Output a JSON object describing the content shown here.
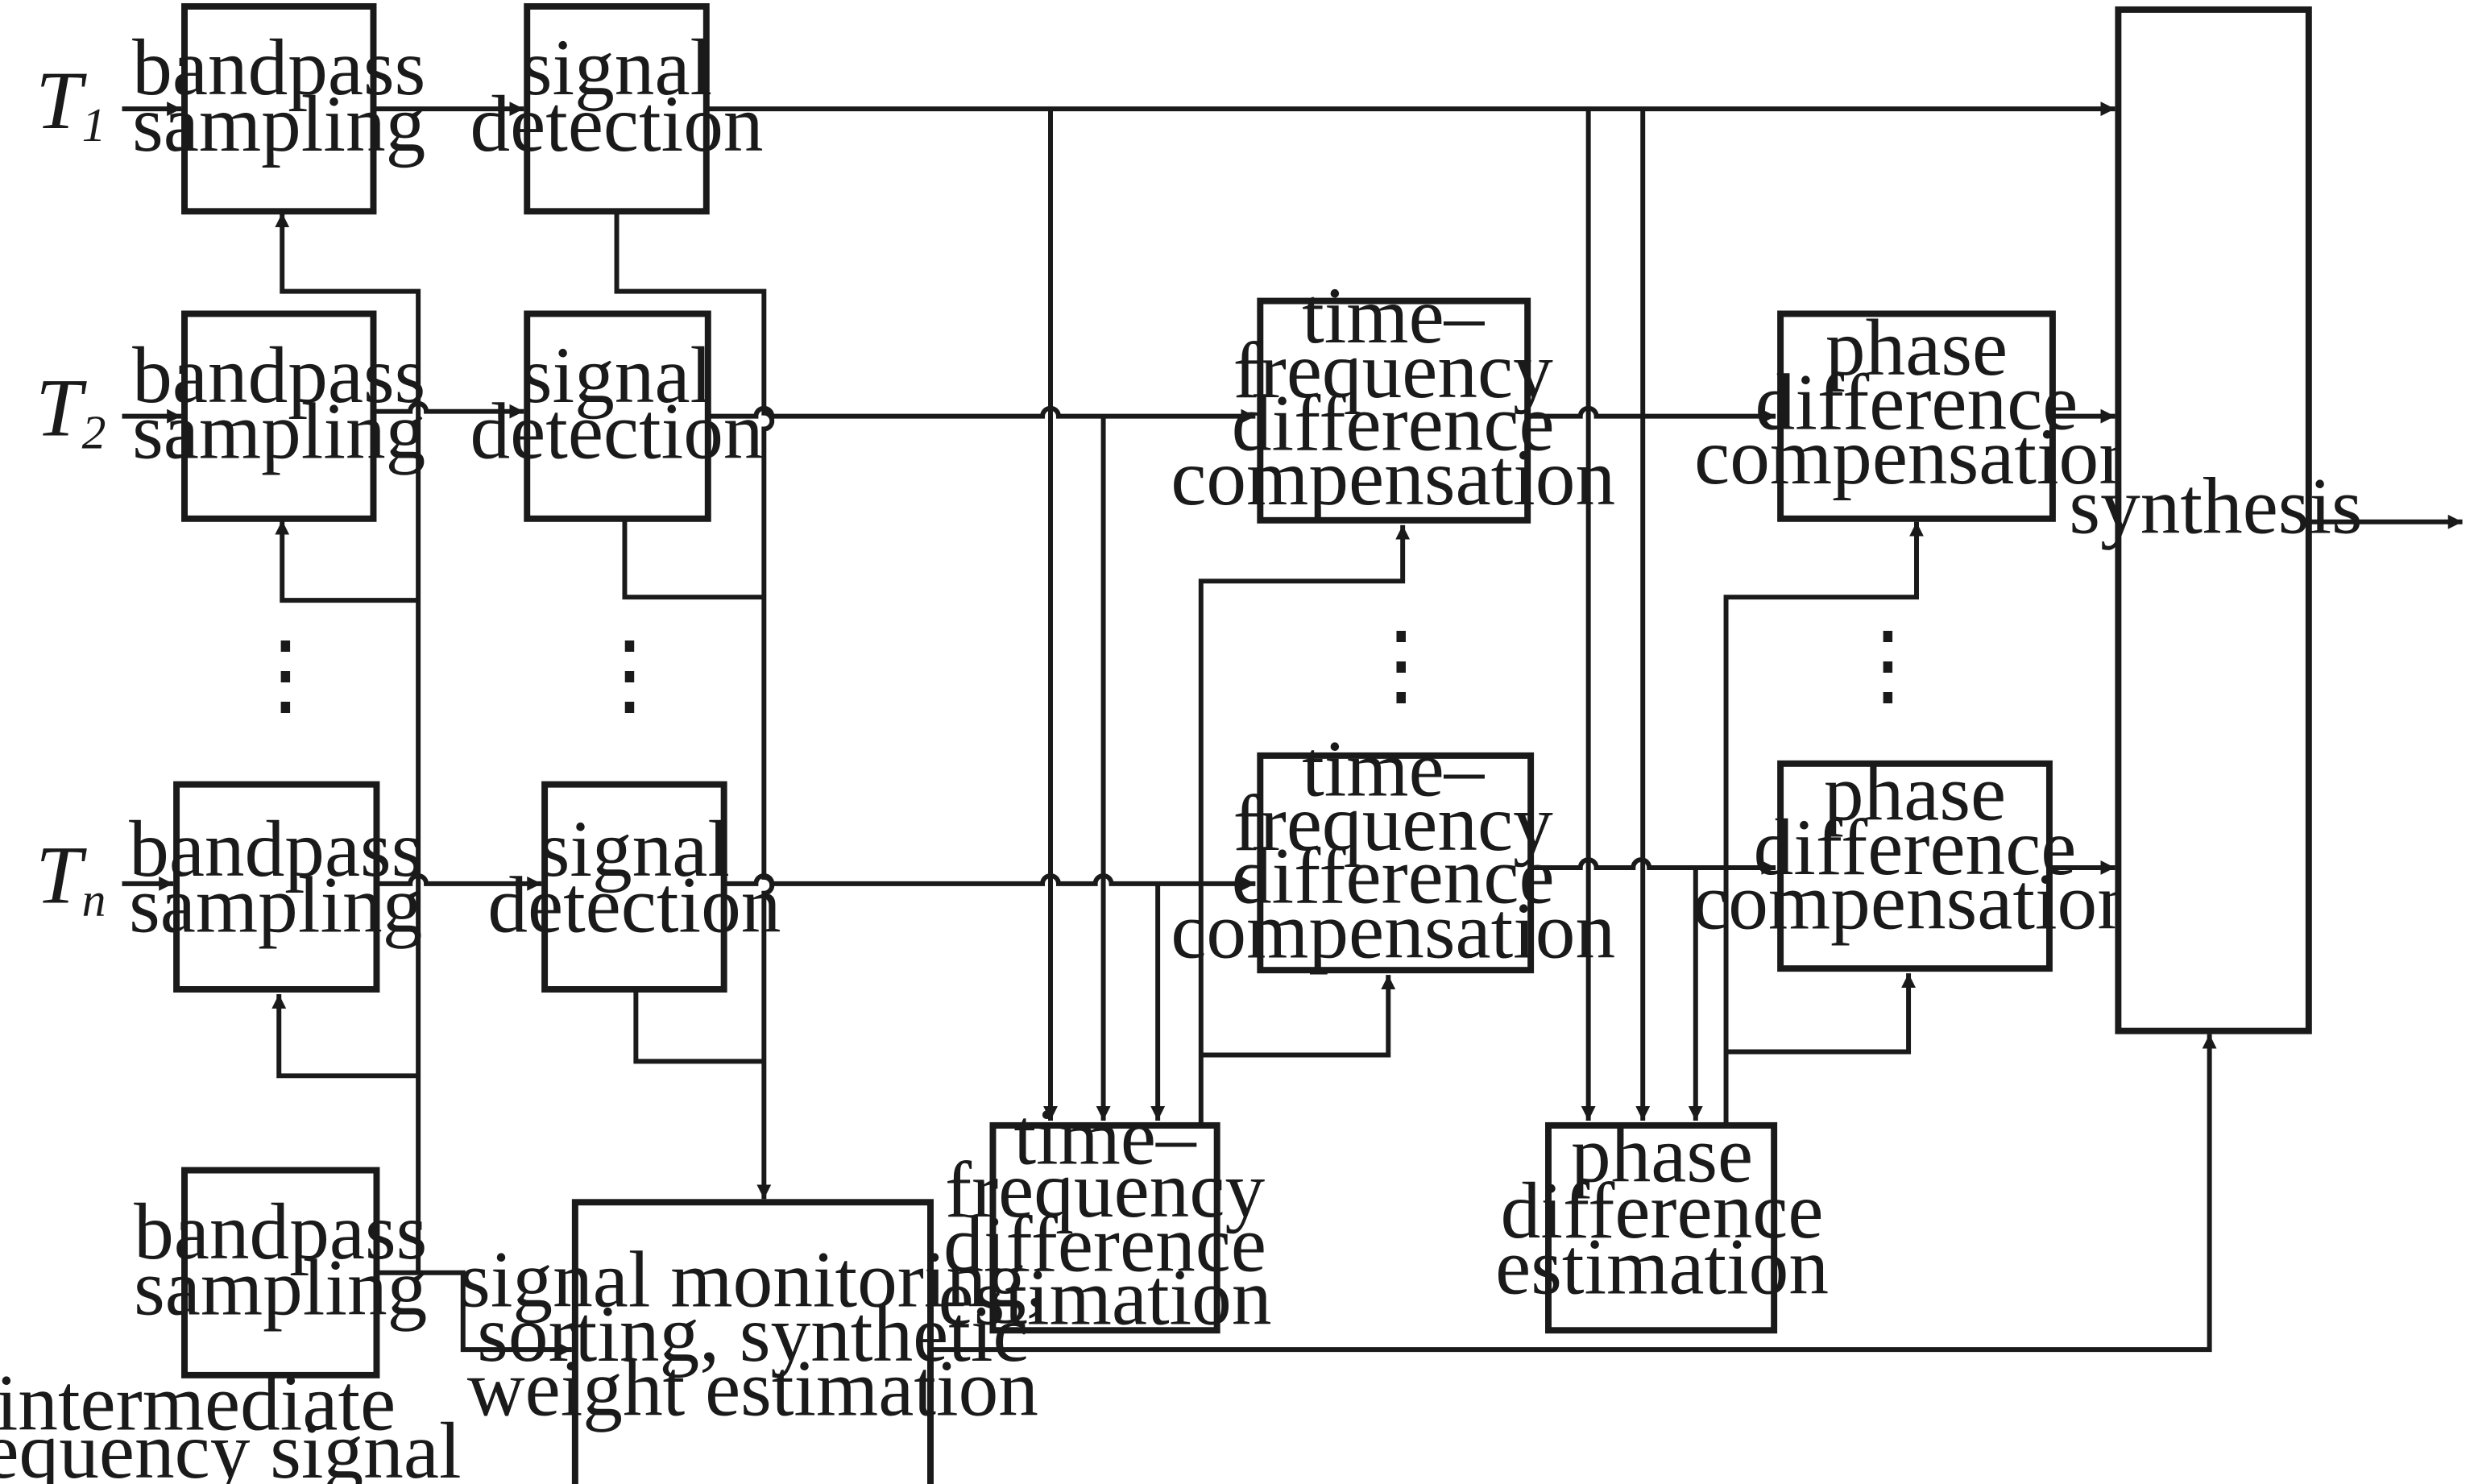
{
  "inputs": {
    "t1": {
      "main": "T",
      "sub": "1"
    },
    "t2": {
      "main": "T",
      "sub": "2"
    },
    "tn": {
      "main": "T",
      "sub": "n"
    }
  },
  "blocks": {
    "bandpass_sampling": [
      "bandpass",
      "sampling"
    ],
    "signal_detection": [
      "signal",
      "detection"
    ],
    "tf_compensation": [
      "time–",
      "frequency",
      "difference",
      "compensation"
    ],
    "phase_compensation": [
      "phase",
      "difference",
      "compensation"
    ],
    "synthesis": "synthesis",
    "tf_estimation": [
      "time–",
      "frequency",
      "difference",
      "estimation"
    ],
    "phase_estimation": [
      "phase",
      "difference",
      "estimation"
    ],
    "monitoring": [
      "signal monitoring,",
      "sorting, synthetic",
      "weight estimation"
    ]
  },
  "if_label": [
    "intermediate",
    "frequency signal"
  ],
  "ellipsis": "⋮"
}
